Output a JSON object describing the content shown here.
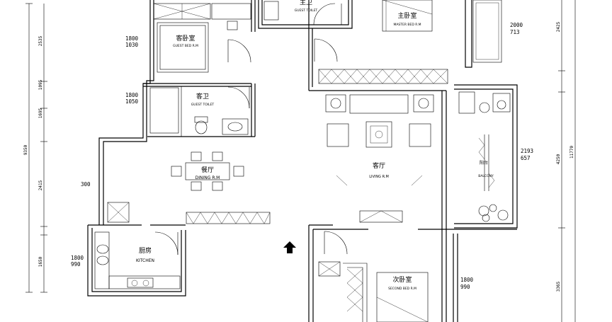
{
  "rooms": {
    "guest_bedroom": {
      "cn": "客卧室",
      "en": "GUEST BED R.M"
    },
    "master_bath": {
      "cn": "主卫",
      "en": "GUEST TOILET"
    },
    "master_bedroom": {
      "cn": "主卧室",
      "en": "MASTER BED R.M"
    },
    "guest_bath": {
      "cn": "客卫",
      "en": "GUEST TOILET"
    },
    "dining": {
      "cn": "餐厅",
      "en": "DINING R.M"
    },
    "living": {
      "cn": "客厅",
      "en": "LIVING R.M"
    },
    "balcony": {
      "cn": "阳台",
      "en": "BALCONY"
    },
    "kitchen": {
      "cn": "厨房",
      "en": "KITCHEN"
    },
    "second_bedroom": {
      "cn": "次卧室",
      "en": "SECOND BED R.M"
    }
  },
  "dimensions": {
    "guest_bed_top": "1800",
    "guest_bed_bottom": "1030",
    "guest_bath_top": "1800",
    "guest_bath_bottom": "1050",
    "dining_left": "300",
    "kitchen_top": "1800",
    "kitchen_bottom": "990",
    "second_bed_top": "1800",
    "second_bed_bottom": "990",
    "master_right_top": "2000",
    "master_right_bottom": "713",
    "balcony_top": "2193",
    "balcony_bottom": "657"
  },
  "vertical_dims": {
    "left_1": "2535",
    "left_2": "1095",
    "left_3": "1695",
    "left_total": "9350",
    "left_4": "2415",
    "left_5": "1650",
    "right_1": "2425",
    "right_2": "4250",
    "right_3": "11770",
    "right_4": "3365"
  }
}
